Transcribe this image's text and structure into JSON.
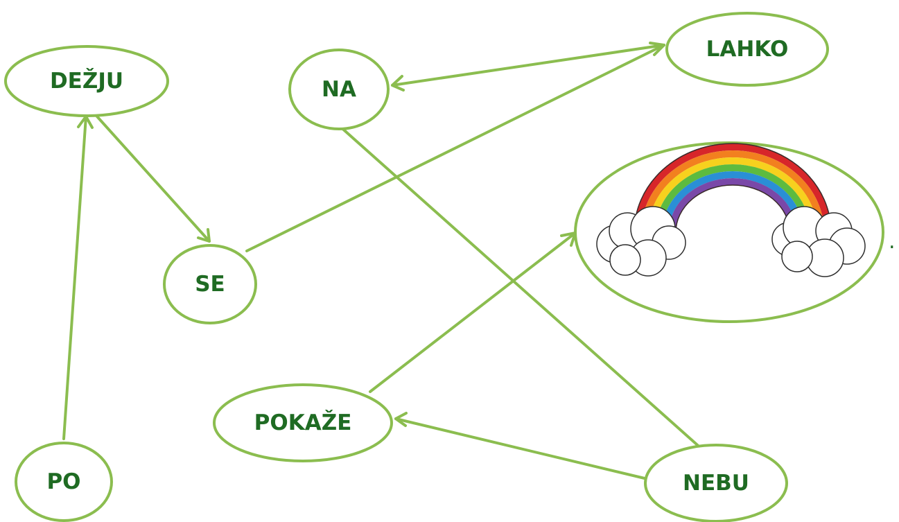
{
  "diagram": {
    "nodes": {
      "dezju": "DEŽJU",
      "na": "NA",
      "lahko": "LAHKO",
      "se": "SE",
      "pokaze": "POKAŽE",
      "po": "PO",
      "nebu": "NEBU"
    },
    "end_punctuation": ".",
    "picture": "rainbow-with-clouds",
    "colors": {
      "node_border": "#8bbd4f",
      "arrow": "#8bbd4f",
      "label": "#1f6b23",
      "rainbow": [
        "#d7262a",
        "#f2801f",
        "#f7d11e",
        "#5dbb3f",
        "#2a8fd6",
        "#7a48a8"
      ]
    },
    "edges": [
      {
        "from": "po",
        "to": "dezju"
      },
      {
        "from": "dezju",
        "to": "se"
      },
      {
        "from": "se",
        "to": "lahko"
      },
      {
        "from": "lahko",
        "to": "na"
      },
      {
        "from": "na",
        "to": "nebu"
      },
      {
        "from": "nebu",
        "to": "pokaze"
      },
      {
        "from": "pokaze",
        "to": "rainbow"
      }
    ]
  }
}
